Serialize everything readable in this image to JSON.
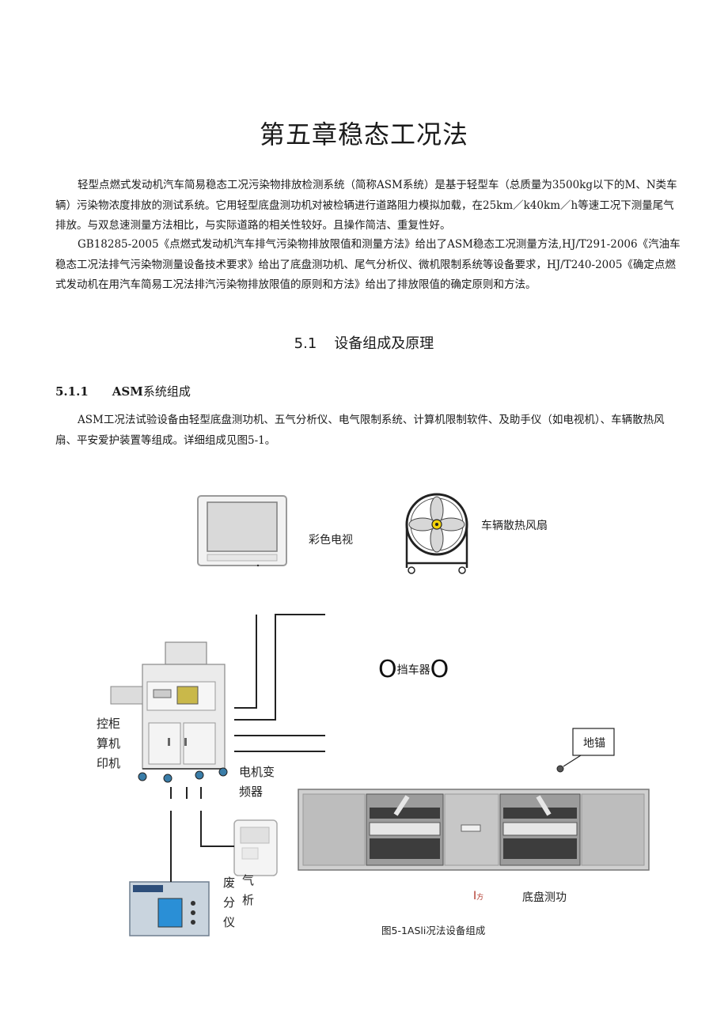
{
  "chapter_title": "第五章稳态工况法",
  "paragraphs": {
    "intro": "轻型点燃式发动机汽车简易稳态工况污染物排放检测系统（简称ASM系统）是基于轻型车（总质量为3500kg以下的M、N类车辆）污染物浓度排放的测试系统。它用轻型底盘测功机对被检辆进行道路阻力模拟加载，在25km／k40km／h等速工况下测量尾气排放。与双怠速测量方法相比，与实际道路的相关性较好。且操作简洁、重复性好。",
    "standards": "GB18285-2005《点燃式发动机汽车排气污染物排放限值和测量方法》给出了ASM稳态工况测量方法,HJ/T291-2006《汽油车稳态工况法排气污染物测量设备技术要求》给出了底盘测功机、尾气分析仪、微机限制系统等设备要求，HJ/T240-2005《确定点燃式发动机在用汽车简易工况法排汽污染物排放限值的原则和方法》给出了排放限值的确定原则和方法。",
    "composition": "ASM工况法试验设备由轻型底盘测功机、五气分析仪、电气限制系统、计算机限制软件、及助手仪（如电视机）、车辆散热风扇、平安爱护装置等组成。详细组成见图5-1。"
  },
  "section": {
    "number": "5.1",
    "title": "设备组成及原理"
  },
  "subsection": {
    "number": "5.1.1",
    "title_bold": "ASM",
    "title_rest": "系统组成"
  },
  "figure": {
    "tv_label": "彩色电视",
    "fan_label": "车辆散热风扇",
    "stopper_left": "O",
    "stopper_text": "挡车器",
    "stopper_right": "O",
    "anchor_label": "地锚",
    "cabinet_label_lines": [
      "控柜",
      "算机",
      "印机"
    ],
    "inverter_label_lines": [
      "电机变",
      "频器"
    ],
    "analyzer_label_lines": [
      "废",
      "分",
      "仪"
    ],
    "analyzer_label2_lines": [
      "气",
      "析"
    ],
    "dyno_mark": "I",
    "dyno_mark_small": "方",
    "dyno_label": "底盘测功",
    "caption": "图5-1ASli况法设备组成"
  },
  "colors": {
    "text": "#1a1a1a",
    "line": "#222222",
    "frame": "#8a8a8a",
    "dyno_fill": "#bdbdbd"
  }
}
